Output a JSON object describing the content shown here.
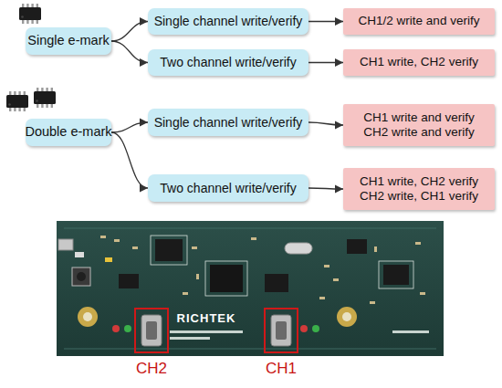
{
  "diagram": {
    "nodes": [
      {
        "text": [
          "Single e-mark"
        ]
      },
      {
        "text": [
          "Single channel write/verify"
        ]
      },
      {
        "text": [
          "Two channel write/verify"
        ]
      },
      {
        "text": [
          "CH1/2 write and verify"
        ]
      },
      {
        "text": [
          "CH1 write, CH2 verify"
        ]
      },
      {
        "text": [
          "Double e-mark"
        ]
      },
      {
        "text": [
          "Single channel write/verify"
        ]
      },
      {
        "text": [
          "Two channel write/verify"
        ]
      },
      {
        "text": [
          "CH1 write and verify",
          "CH2 write and verify"
        ]
      },
      {
        "text": [
          "CH1 write, CH2 verify",
          "CH2 write, CH1 verify"
        ]
      }
    ],
    "edges": [
      {
        "from": 0,
        "to": 1,
        "arrow": "to"
      },
      {
        "from": 0,
        "to": 2,
        "arrow": "to"
      },
      {
        "from": 1,
        "to": 3,
        "arrow": "to"
      },
      {
        "from": 2,
        "to": 4,
        "arrow": "to"
      },
      {
        "from": 5,
        "to": 6,
        "arrow": "to"
      },
      {
        "from": 5,
        "to": 7,
        "arrow": "to"
      },
      {
        "from": 6,
        "to": 8,
        "arrow": "to"
      },
      {
        "from": 7,
        "to": 9,
        "arrow": "to"
      }
    ],
    "labels": [
      "RICHTEK",
      "CH2",
      "CH1"
    ]
  }
}
